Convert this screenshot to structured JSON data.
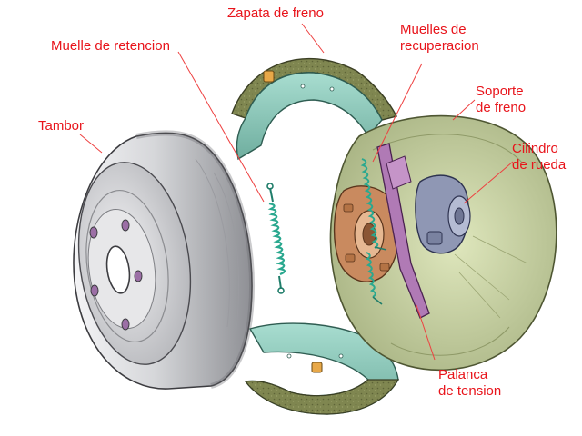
{
  "colors": {
    "label_text": "#e8141b",
    "leader_line": "#ee4040",
    "shoe_green": "#8fcfbf",
    "lining_olive": "#7f8650",
    "backing_plate": "#cfd9a8",
    "drum_gray": "#c9cacd",
    "hub_brown": "#c98a5f",
    "lever_purple": "#b07ab5",
    "cylinder_blue": "#8f97b4",
    "spring_teal": "#2aa88f"
  },
  "labels": {
    "zapata": "Zapata de freno",
    "muelle_retencion": "Muelle de retencion",
    "muelles_recuperacion": [
      "Muelles de",
      "recuperacion"
    ],
    "tambor": "Tambor",
    "soporte": [
      "Soporte",
      "de freno"
    ],
    "cilindro": [
      "Cilindro",
      "de rueda"
    ],
    "palanca": [
      "Palanca",
      "de tension"
    ]
  },
  "icons": {
    "drum": "brake-drum-icon",
    "shoe": "brake-shoe-icon",
    "spring": "coil-spring-icon",
    "plate": "backing-plate-icon",
    "cylinder": "wheel-cylinder-icon",
    "lever": "tension-lever-icon"
  }
}
